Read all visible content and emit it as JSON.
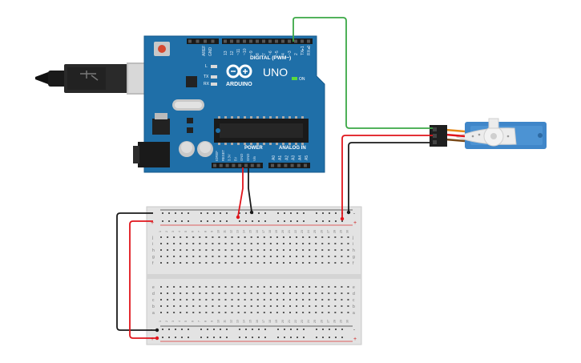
{
  "arduino": {
    "brand": "ARDUINO",
    "model": "UNO",
    "on_label": "ON",
    "digital_label": "DIGITAL (PWM~)",
    "power_label": "POWER",
    "analog_label": "ANALOG IN",
    "aref": "AREF",
    "gnd": "GND",
    "digital_pins": [
      "13",
      "12",
      "~11",
      "~10",
      "~9",
      "8",
      "7",
      "~6",
      "~5",
      "4",
      "~3",
      "2",
      "TX▸1",
      "RX◂0"
    ],
    "led_l": "L",
    "led_tx": "TX",
    "led_rx": "RX",
    "power_pins": [
      "IOREF",
      "RESET",
      "3.3V",
      "5V",
      "GND",
      "GND",
      "Vin"
    ],
    "analog_pins": [
      "A0",
      "A1",
      "A2",
      "A3",
      "A4",
      "A5"
    ]
  },
  "breadboard": {
    "row_letters_top": [
      "j",
      "i",
      "h",
      "g",
      "f"
    ],
    "row_letters_bottom": [
      "e",
      "d",
      "c",
      "b",
      "a"
    ],
    "rail_minus": "-",
    "rail_plus": "+",
    "col_numbers": [
      "1",
      "2",
      "3",
      "4",
      "5",
      "6",
      "7",
      "8",
      "9",
      "10",
      "11",
      "12",
      "13",
      "14",
      "15",
      "16",
      "17",
      "18",
      "19",
      "20",
      "21",
      "22",
      "23",
      "24",
      "25",
      "26",
      "27",
      "28",
      "29",
      "30"
    ]
  },
  "colors": {
    "board": "#1f6fa8",
    "wire_red": "#e0141b",
    "wire_black": "#1a1a1a",
    "wire_green": "#3aa845",
    "servo": "#3f86c9"
  },
  "icons": [
    "usb-cable-icon",
    "servo-motor-icon"
  ]
}
